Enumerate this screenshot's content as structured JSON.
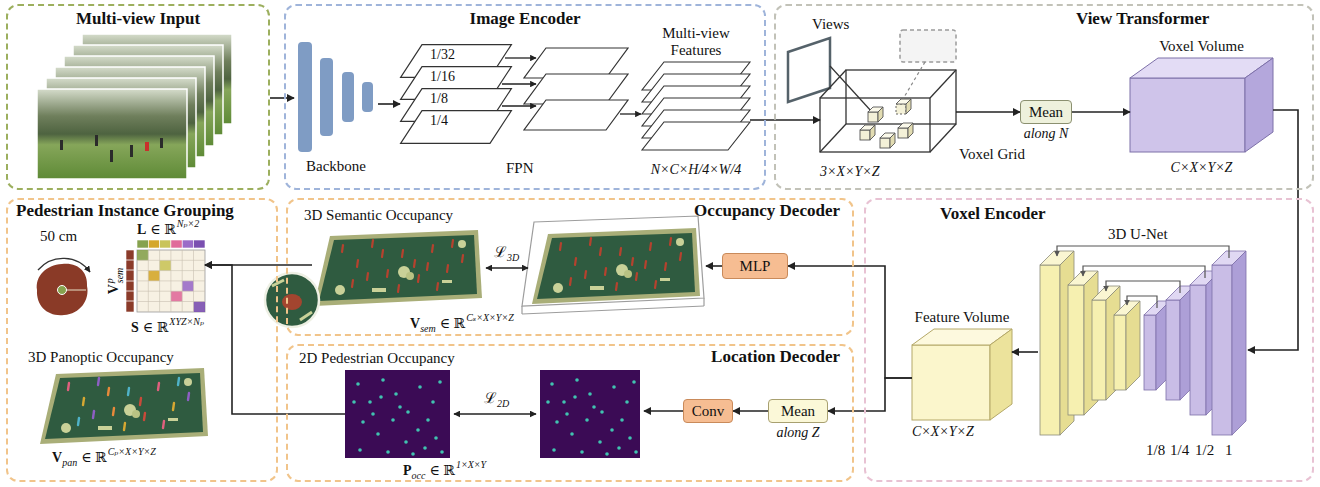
{
  "diagram": {
    "nodes": [
      {
        "text": [
          "Multi-view Input"
        ]
      },
      {
        "text": [
          "Image Encoder"
        ]
      },
      {
        "text": [
          "Backbone"
        ],
        "in": 1
      },
      {
        "text": [
          "1/32"
        ],
        "in": 1
      },
      {
        "text": [
          "1/16"
        ],
        "in": 1
      },
      {
        "text": [
          "1/8"
        ],
        "in": 1
      },
      {
        "text": [
          "1/4"
        ],
        "in": 1
      },
      {
        "text": [
          "Multi-view Features",
          "N×C×H/4×W/4"
        ],
        "in": 1
      },
      {
        "text": [
          "View Transformer"
        ]
      },
      {
        "text": [
          "Voxel Grid",
          "3×X×Y×Z"
        ],
        "in": 8
      },
      {
        "text": [
          "Mean",
          "along N"
        ],
        "in": 8
      },
      {
        "text": [
          "Voxel Volume",
          "C×X×Y×Z"
        ],
        "in": 8
      },
      {
        "text": [
          "Pedestrian Instance Grouping"
        ]
      },
      {
        "text": [
          "L",
          "∈ ℝ",
          "Nₚ×2",
          "V",
          "p",
          "sem",
          "S",
          "∈ ℝ",
          "XYZ×Nₚ"
        ],
        "in": 12
      },
      {
        "text": [
          "3D Panoptic Occupancy",
          "V",
          "pan",
          "∈ ℝ",
          "Cₚ×X×Y×Z"
        ],
        "in": 12
      },
      {
        "text": [
          "Occupancy Decoder"
        ]
      },
      {
        "text": [
          "3D Semantic Occupancy",
          "V",
          "sem",
          "∈ ℝ",
          "Cₛ×X×Y×Z"
        ],
        "in": 15
      },
      {
        "text": [
          "MLP"
        ],
        "in": 15
      },
      {
        "text": [
          "Location Decoder"
        ]
      },
      {
        "text": [
          "2D Pedestrian Occupancy",
          "P",
          "occ",
          "∈ ℝ",
          "1×X×Y"
        ],
        "in": 18
      },
      {
        "text": [
          "Conv"
        ],
        "in": 18
      },
      {
        "text": [
          "Mean",
          "along Z"
        ],
        "in": 18
      },
      {
        "text": [
          "Voxel Encoder"
        ]
      },
      {
        "text": [
          "3D U-Net"
        ],
        "in": 22
      },
      {
        "text": [
          "Feature Volume",
          "C×X×Y×Z"
        ],
        "in": 22
      }
    ],
    "edges": [
      {
        "from": 0,
        "to": 2,
        "arrow": "to"
      },
      {
        "from": 2,
        "to": 5,
        "arrow": "to"
      },
      {
        "from": 7,
        "to": 9,
        "arrow": "to"
      },
      {
        "from": 9,
        "to": 10,
        "arrow": "to"
      },
      {
        "from": 10,
        "to": 11,
        "arrow": "to"
      },
      {
        "from": 11,
        "to": 23,
        "arrow": "to"
      },
      {
        "from": 23,
        "to": 24,
        "arrow": "to"
      },
      {
        "from": 24,
        "to": 17,
        "arrow": "to"
      },
      {
        "from": 24,
        "to": 21,
        "arrow": "to"
      },
      {
        "from": 21,
        "to": 20,
        "arrow": "to"
      },
      {
        "from": 16,
        "to": 13,
        "arrow": "to"
      },
      {
        "from": 19,
        "to": 13,
        "arrow": "to"
      }
    ],
    "labels": [
      "Views",
      "FPN",
      "ℒ",
      "3D",
      "ℒ",
      "2D",
      "50 cm",
      "1/8",
      "1/4",
      "1/2",
      "1"
    ]
  }
}
